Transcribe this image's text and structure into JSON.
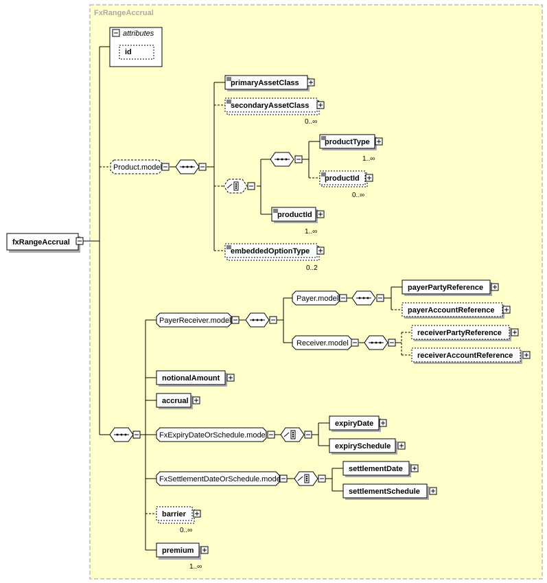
{
  "root": {
    "label": "fxRangeAccrual"
  },
  "group": {
    "title": "FxRangeAccrual"
  },
  "attributes": {
    "title": "attributes",
    "items": [
      "id"
    ]
  },
  "product_model": {
    "label": "Product.model",
    "primary_asset_class": "primaryAssetClass",
    "secondary_asset_class": {
      "label": "secondaryAssetClass",
      "occurs": "0..∞"
    },
    "product_type": {
      "label": "productType",
      "occurs": "1..∞"
    },
    "product_id_optional": {
      "label": "productId",
      "occurs": "0..∞"
    },
    "product_id": {
      "label": "productId",
      "occurs": "1..∞"
    },
    "embedded_option_type": {
      "label": "embeddedOptionType",
      "occurs": "0..2"
    }
  },
  "payer_receiver": {
    "label": "PayerReceiver.model",
    "payer_model": "Payer.model",
    "payer_party_reference": "payerPartyReference",
    "payer_account_reference": "payerAccountReference",
    "receiver_model": "Receiver.model",
    "receiver_party_reference": "receiverPartyReference",
    "receiver_account_reference": "receiverAccountReference"
  },
  "notional_amount": "notionalAmount",
  "accrual": "accrual",
  "expiry": {
    "label": "FxExpiryDateOrSchedule.model",
    "expiry_date": "expiryDate",
    "expiry_schedule": "expirySchedule"
  },
  "settlement": {
    "label": "FxSettlementDateOrSchedule.model",
    "settlement_date": "settlementDate",
    "settlement_schedule": "settlementSchedule"
  },
  "barrier": {
    "label": "barrier",
    "occurs": "0..∞"
  },
  "premium": {
    "label": "premium",
    "occurs": "1..∞"
  },
  "colors": {
    "group_fill": "#ffffcc",
    "group_border": "#999999",
    "element_fill": "#ffffff",
    "stroke": "#000000",
    "shadow": "#aaaaaa"
  }
}
